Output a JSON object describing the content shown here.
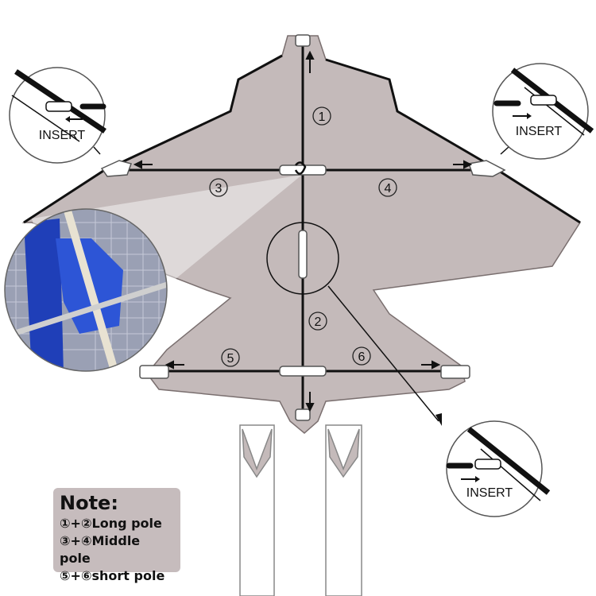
{
  "labels": {
    "n1": "1",
    "n2": "2",
    "n3": "3",
    "n4": "4",
    "n5": "5",
    "n6": "6"
  },
  "callouts": {
    "left": "INSERT",
    "right": "INSERT",
    "bottom": "INSERT"
  },
  "note": {
    "title": "Note:",
    "lines": [
      "①+②Long pole",
      "③+④Middle pole",
      "⑤+⑥short pole"
    ]
  },
  "colors": {
    "kite": "#c4baba",
    "pole": "#111111",
    "fabric": "#2a4bc4"
  }
}
